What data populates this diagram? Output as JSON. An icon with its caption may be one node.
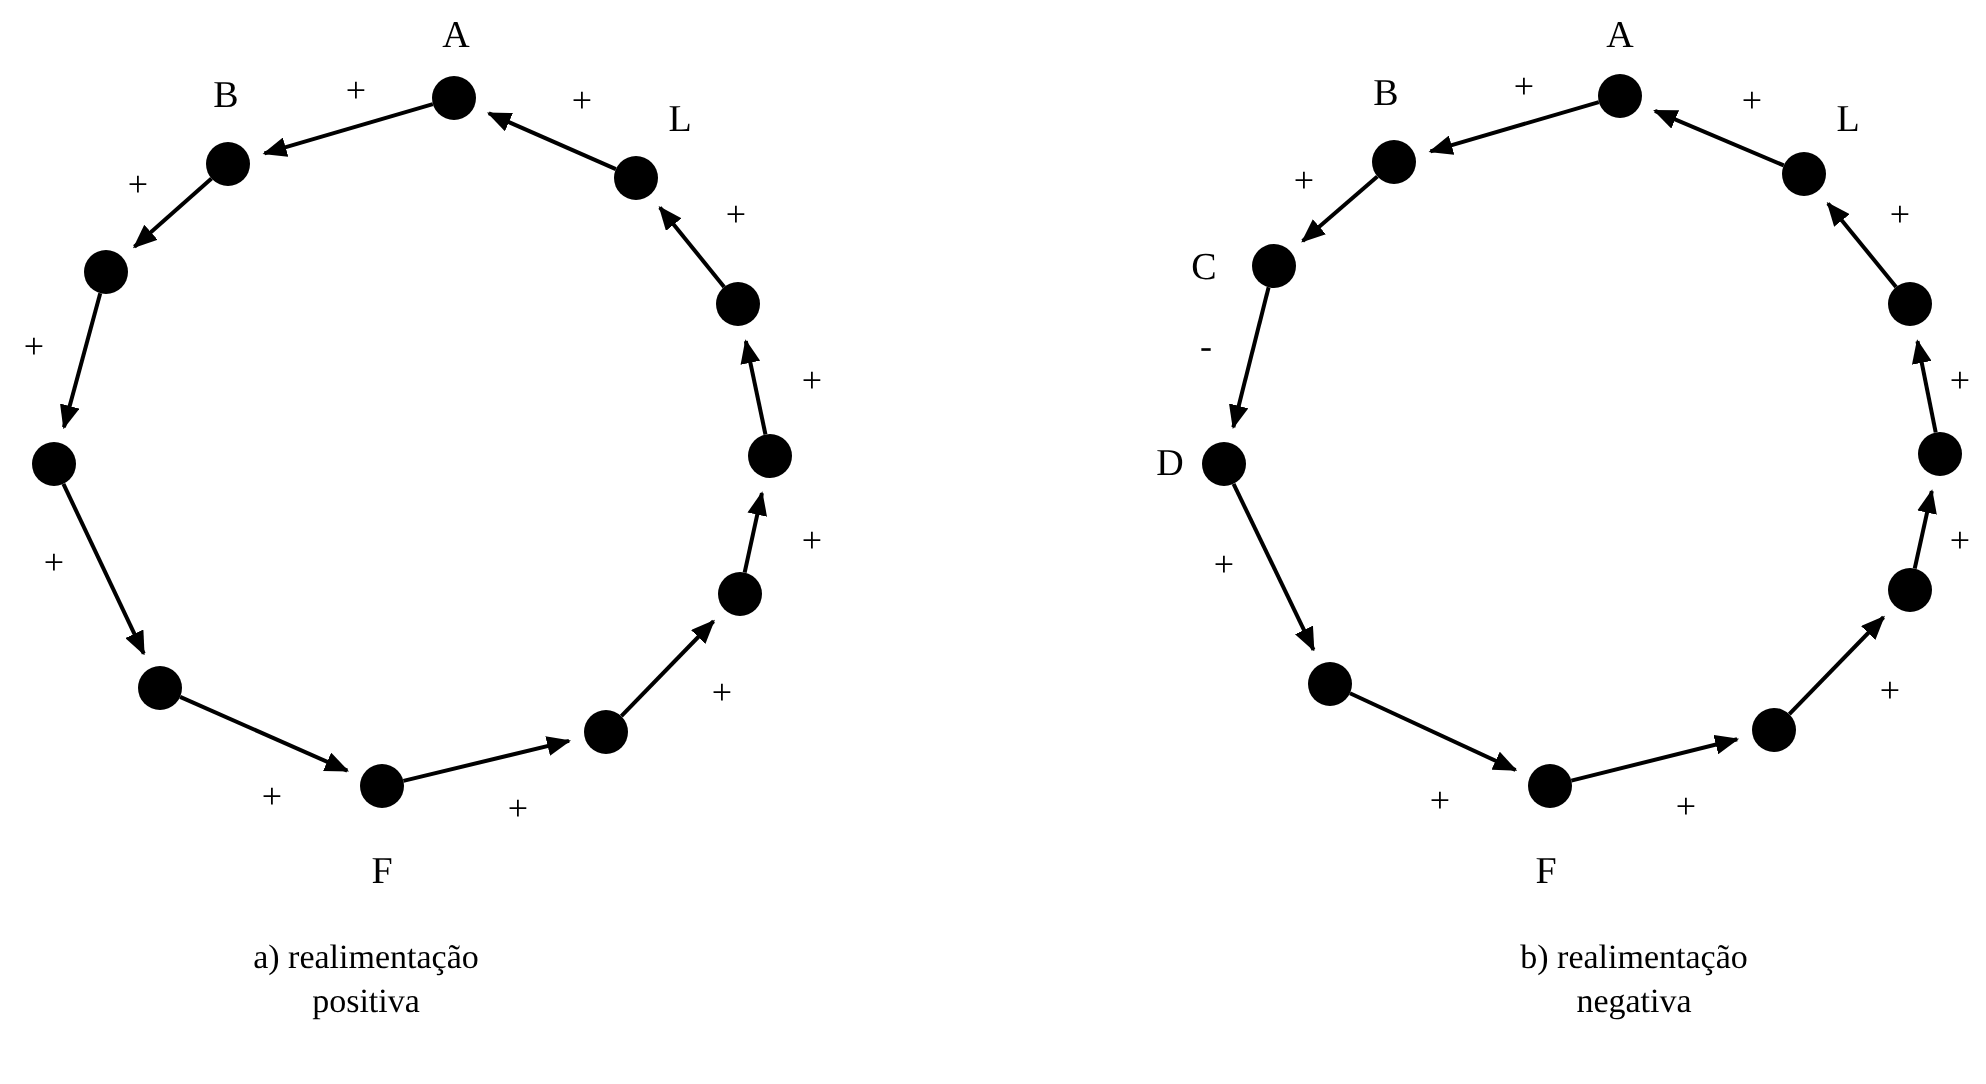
{
  "diagram": {
    "nodes": [
      {
        "text": [],
        "shape": "circle",
        "beside": [
          "A"
        ]
      },
      {
        "text": [],
        "shape": "circle",
        "beside": [
          "B"
        ]
      },
      {
        "text": [],
        "shape": "circle"
      },
      {
        "text": [],
        "shape": "circle"
      },
      {
        "text": [],
        "shape": "circle"
      },
      {
        "text": [],
        "shape": "circle",
        "beside": [
          "F"
        ]
      },
      {
        "text": [],
        "shape": "circle"
      },
      {
        "text": [],
        "shape": "circle"
      },
      {
        "text": [],
        "shape": "circle"
      },
      {
        "text": [],
        "shape": "circle"
      },
      {
        "text": [],
        "shape": "circle",
        "beside": [
          "L"
        ]
      },
      {
        "text": [],
        "shape": "circle",
        "beside": [
          "A"
        ]
      },
      {
        "text": [],
        "shape": "circle",
        "beside": [
          "B"
        ]
      },
      {
        "text": [],
        "shape": "circle",
        "beside": [
          "C"
        ]
      },
      {
        "text": [],
        "shape": "circle",
        "beside": [
          "D"
        ]
      },
      {
        "text": [],
        "shape": "circle"
      },
      {
        "text": [],
        "shape": "circle",
        "beside": [
          "F"
        ]
      },
      {
        "text": [],
        "shape": "circle"
      },
      {
        "text": [],
        "shape": "circle"
      },
      {
        "text": [],
        "shape": "circle"
      },
      {
        "text": [],
        "shape": "circle"
      },
      {
        "text": [],
        "shape": "circle",
        "beside": [
          "L"
        ]
      }
    ],
    "edges": [
      {
        "from": 0,
        "to": 1,
        "arrow": "to",
        "label": "+"
      },
      {
        "from": 1,
        "to": 2,
        "arrow": "to",
        "label": "+"
      },
      {
        "from": 2,
        "to": 3,
        "arrow": "to",
        "label": "+"
      },
      {
        "from": 3,
        "to": 4,
        "arrow": "to",
        "label": "+"
      },
      {
        "from": 4,
        "to": 5,
        "arrow": "to",
        "label": "+"
      },
      {
        "from": 5,
        "to": 6,
        "arrow": "to",
        "label": "+"
      },
      {
        "from": 6,
        "to": 7,
        "arrow": "to",
        "label": "+"
      },
      {
        "from": 7,
        "to": 8,
        "arrow": "to",
        "label": "+"
      },
      {
        "from": 8,
        "to": 9,
        "arrow": "to",
        "label": "+"
      },
      {
        "from": 9,
        "to": 10,
        "arrow": "to",
        "label": "+"
      },
      {
        "from": 10,
        "to": 0,
        "arrow": "to",
        "label": "+"
      },
      {
        "from": 11,
        "to": 12,
        "arrow": "to",
        "label": "+"
      },
      {
        "from": 12,
        "to": 13,
        "arrow": "to",
        "label": "+"
      },
      {
        "from": 13,
        "to": 14,
        "arrow": "to",
        "label": "-"
      },
      {
        "from": 14,
        "to": 15,
        "arrow": "to",
        "label": "+"
      },
      {
        "from": 15,
        "to": 16,
        "arrow": "to",
        "label": "+"
      },
      {
        "from": 16,
        "to": 17,
        "arrow": "to",
        "label": "+"
      },
      {
        "from": 17,
        "to": 18,
        "arrow": "to",
        "label": "+"
      },
      {
        "from": 18,
        "to": 19,
        "arrow": "to",
        "label": "+"
      },
      {
        "from": 19,
        "to": 20,
        "arrow": "to",
        "label": "+"
      },
      {
        "from": 20,
        "to": 21,
        "arrow": "to",
        "label": "+"
      },
      {
        "from": 21,
        "to": 11,
        "arrow": "to",
        "label": "+"
      }
    ],
    "labels": [
      "a) realimentação positiva",
      "b) realimentação negativa"
    ]
  }
}
